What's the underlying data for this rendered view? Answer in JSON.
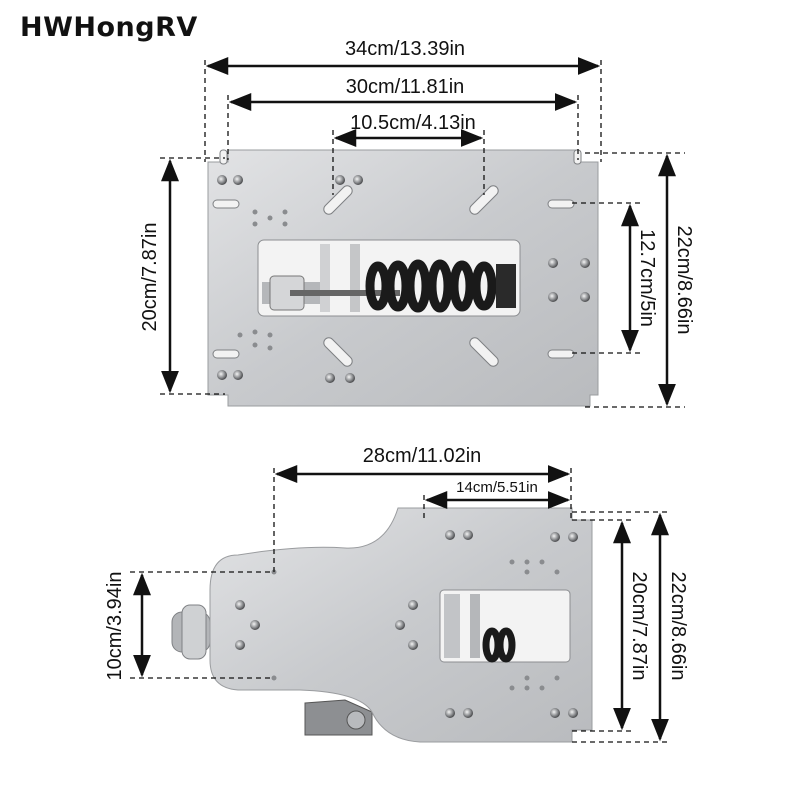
{
  "brand": "HWHongRV",
  "top_view": {
    "width_outer": "34cm/13.39in",
    "width_holes": "30cm/11.81in",
    "slot_spacing": "10.5cm/4.13in",
    "height_left": "20cm/7.87in",
    "height_right_inner": "12.7cm/5in",
    "height_right_outer": "22cm/8.66in"
  },
  "bottom_view": {
    "width_total": "28cm/11.02in",
    "width_top": "14cm/5.51in",
    "height_left": "10cm/3.94in",
    "height_right_inner": "20cm/7.87in",
    "height_right_outer": "22cm/8.66in"
  },
  "colors": {
    "plate": "#c9cbce",
    "plate_edge": "#9a9c9f",
    "spring": "#1a1a1a",
    "dim_line": "#111111"
  }
}
